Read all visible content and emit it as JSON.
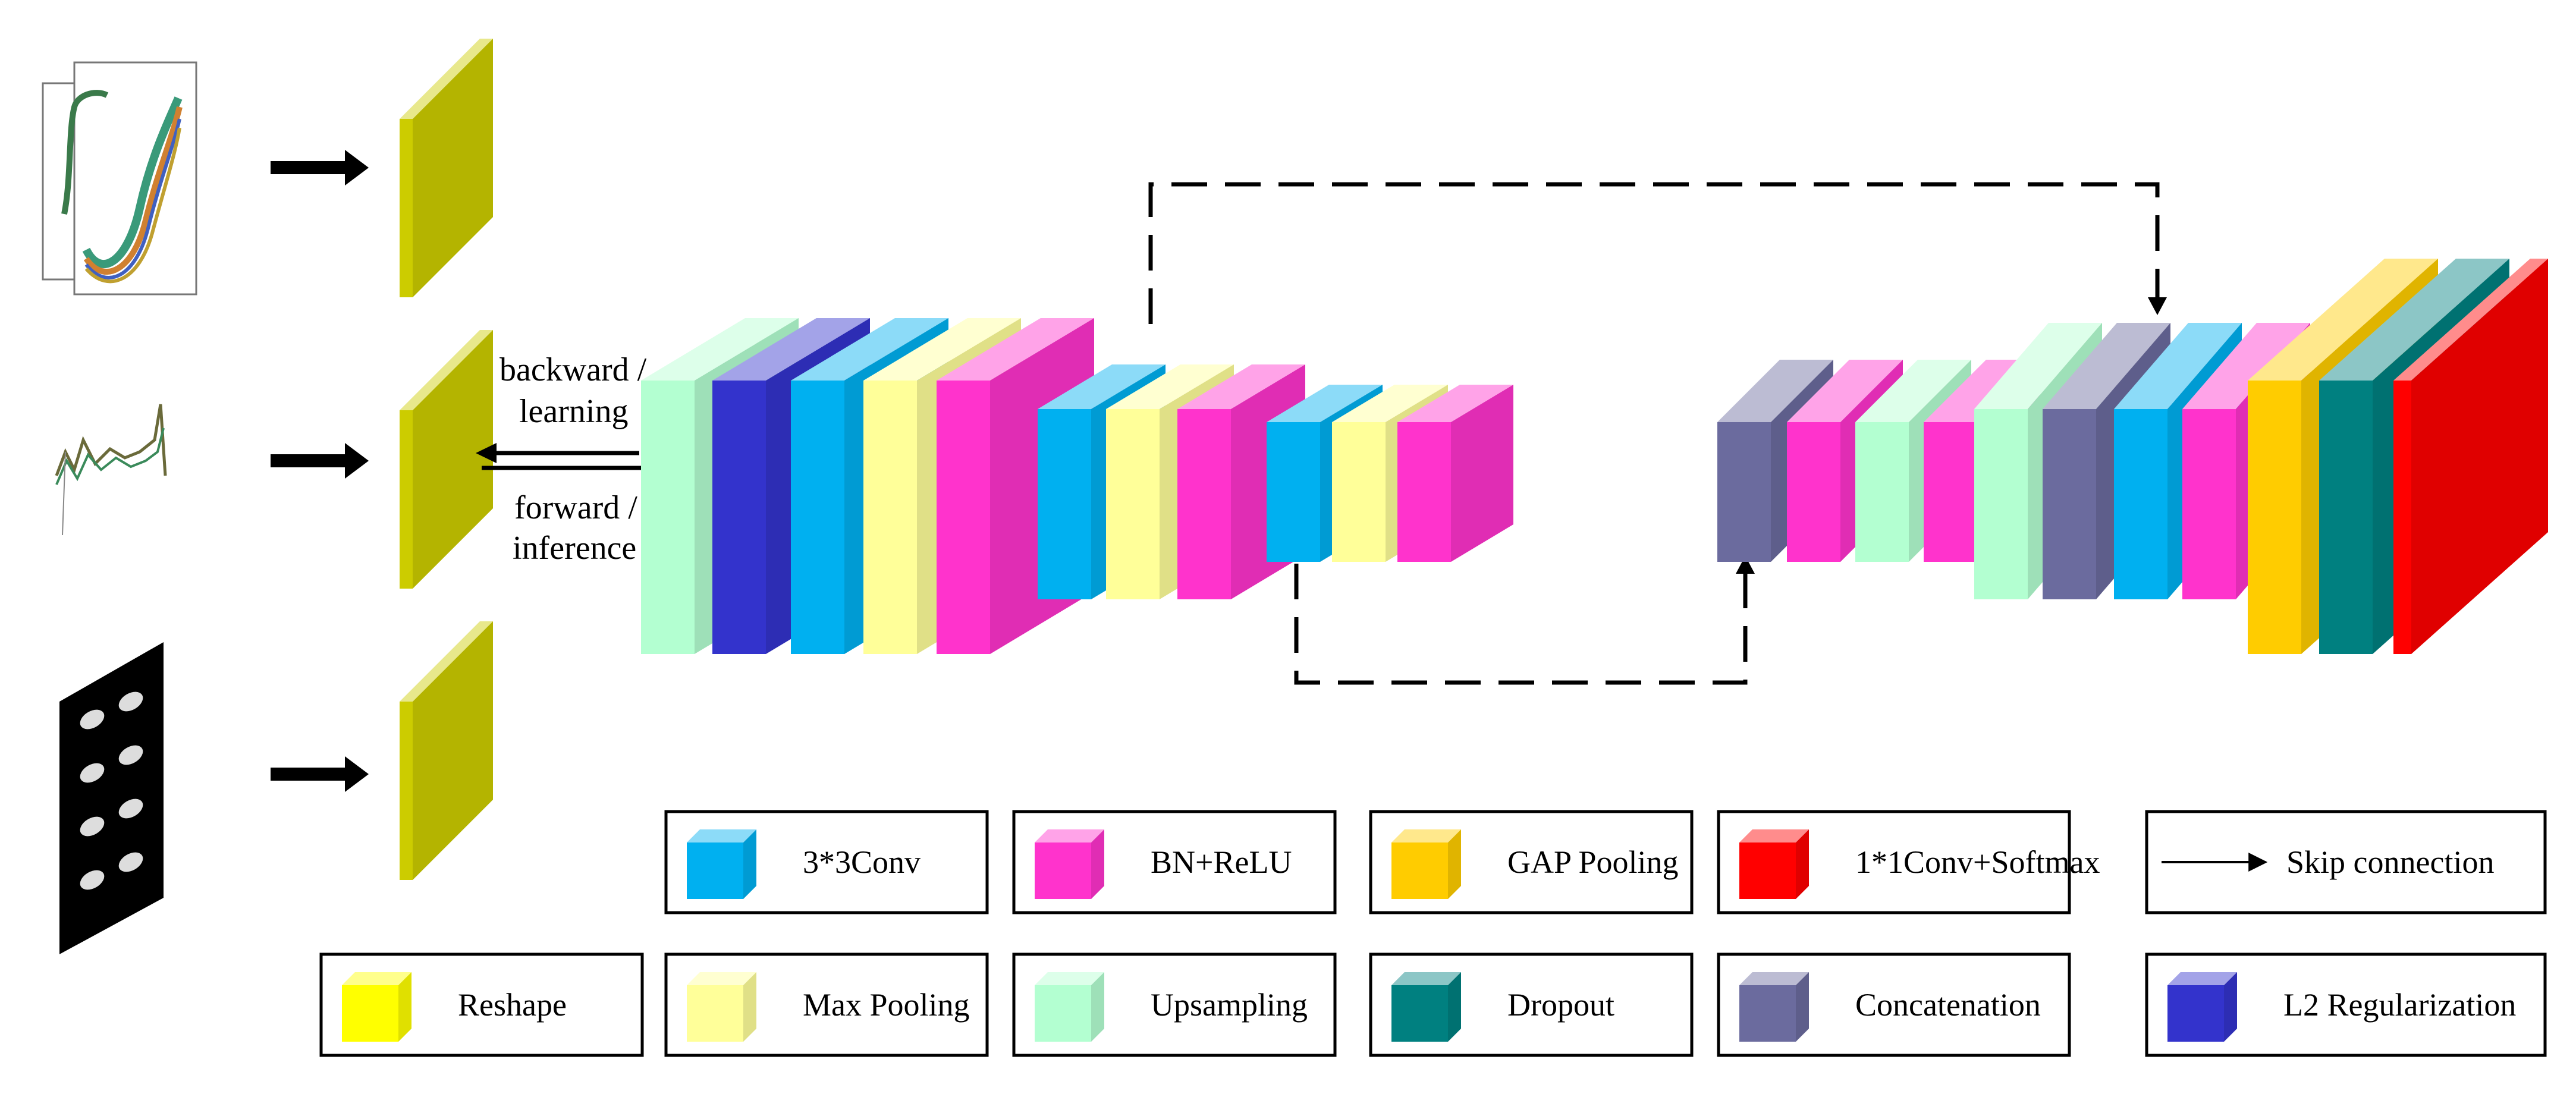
{
  "arrow_labels": {
    "backward_line1": "backward /",
    "backward_line2": "learning",
    "forward_line1": "forward /",
    "forward_line2": "inference"
  },
  "colors": {
    "conv": "#00b0f0",
    "bn_relu": "#ff33cc",
    "gap_pooling": "#ffcc00",
    "conv_softmax": "#ff0000",
    "reshape": "#cccc00",
    "reshape_legend": "#ffff00",
    "max_pooling": "#ffff99",
    "upsampling": "#b3ffd1",
    "dropout": "#008080",
    "concatenation": "#6b6b9e",
    "l2_regularization": "#3333cc"
  },
  "legend": [
    {
      "label": "3*3Conv",
      "swatch": "conv"
    },
    {
      "label": "BN+ReLU",
      "swatch": "bn_relu"
    },
    {
      "label": "GAP Pooling",
      "swatch": "gap_pooling"
    },
    {
      "label": "1*1Conv+Softmax",
      "swatch": "conv_softmax"
    },
    {
      "label": "Skip connection",
      "swatch": "arrow"
    },
    {
      "label": "Reshape",
      "swatch": "reshape_legend"
    },
    {
      "label": "Max Pooling",
      "swatch": "max_pooling"
    },
    {
      "label": "Upsampling",
      "swatch": "upsampling"
    },
    {
      "label": "Dropout",
      "swatch": "dropout"
    },
    {
      "label": "Concatenation",
      "swatch": "concatenation"
    },
    {
      "label": "L2 Regularization",
      "swatch": "l2_regularization"
    }
  ],
  "inputs": [
    "spectral-curves-plot",
    "spectral-line-plot",
    "image-stack"
  ],
  "encoder_blocks": [
    "upsampling",
    "l2_regularization",
    "conv",
    "max_pooling",
    "bn_relu",
    "conv",
    "max_pooling",
    "bn_relu",
    "conv",
    "max_pooling",
    "bn_relu"
  ],
  "decoder_blocks": [
    "concatenation",
    "bn_relu",
    "upsampling",
    "bn_relu",
    "upsampling",
    "concatenation",
    "conv",
    "bn_relu",
    "gap_pooling",
    "dropout",
    "conv_softmax"
  ]
}
